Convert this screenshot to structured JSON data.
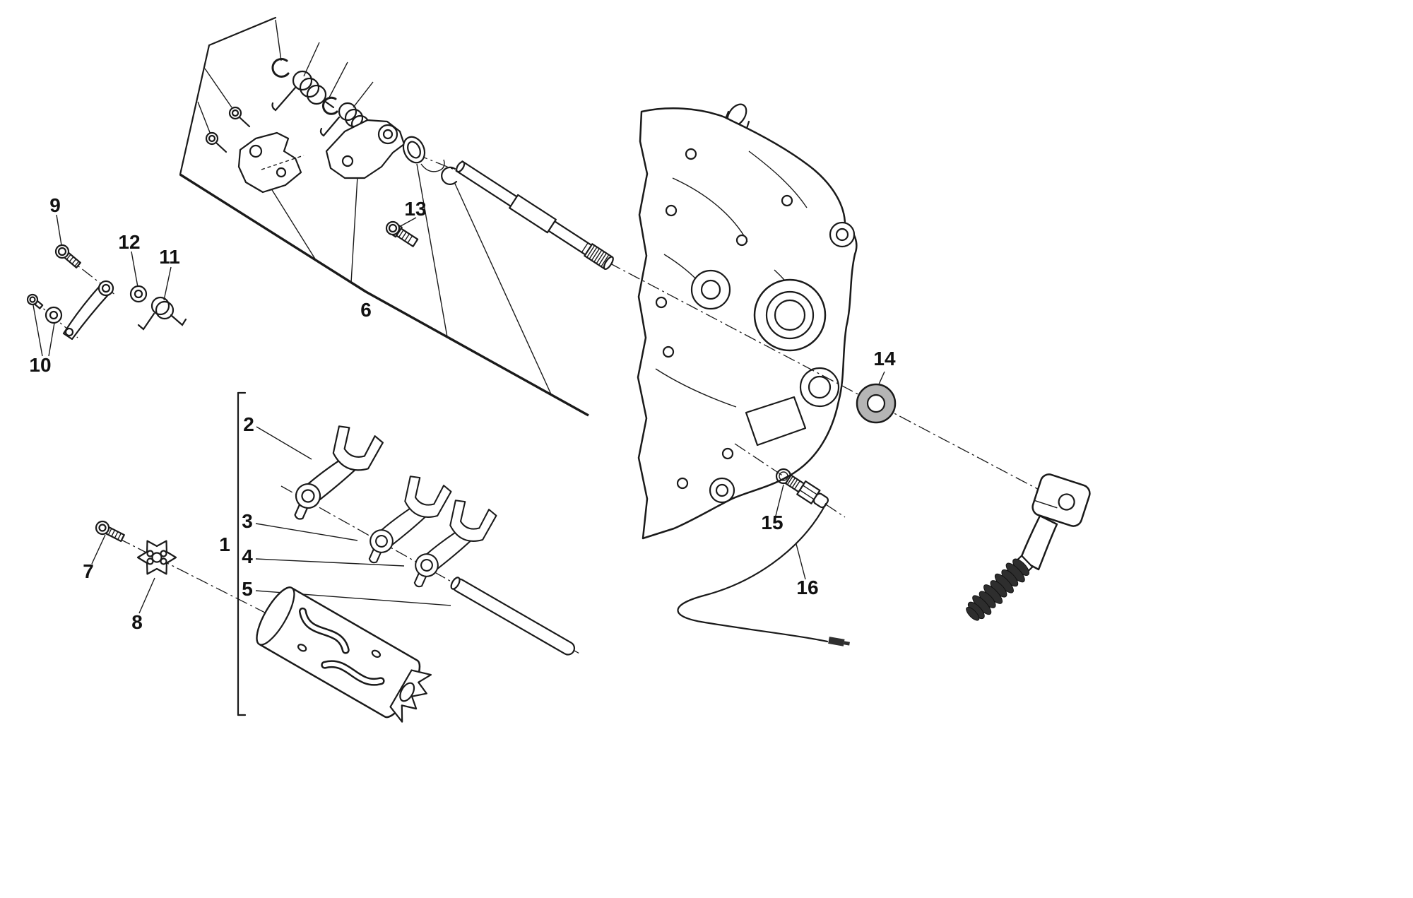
{
  "page": {
    "background_color": "#ffffff",
    "line_color": "#1a1a1a"
  },
  "diagram": {
    "type": "exploded-parts-diagram",
    "callouts": [
      {
        "label": "1"
      },
      {
        "label": "2"
      },
      {
        "label": "3"
      },
      {
        "label": "4"
      },
      {
        "label": "5"
      },
      {
        "label": "6"
      },
      {
        "label": "7"
      },
      {
        "label": "8"
      },
      {
        "label": "9"
      },
      {
        "label": "10"
      },
      {
        "label": "11"
      },
      {
        "label": "12"
      },
      {
        "label": "13"
      },
      {
        "label": "14"
      },
      {
        "label": "15"
      },
      {
        "label": "16"
      }
    ],
    "colors": {
      "bushing_fill": "#b5b5b5",
      "grip_fill": "#2e2e2e"
    }
  }
}
